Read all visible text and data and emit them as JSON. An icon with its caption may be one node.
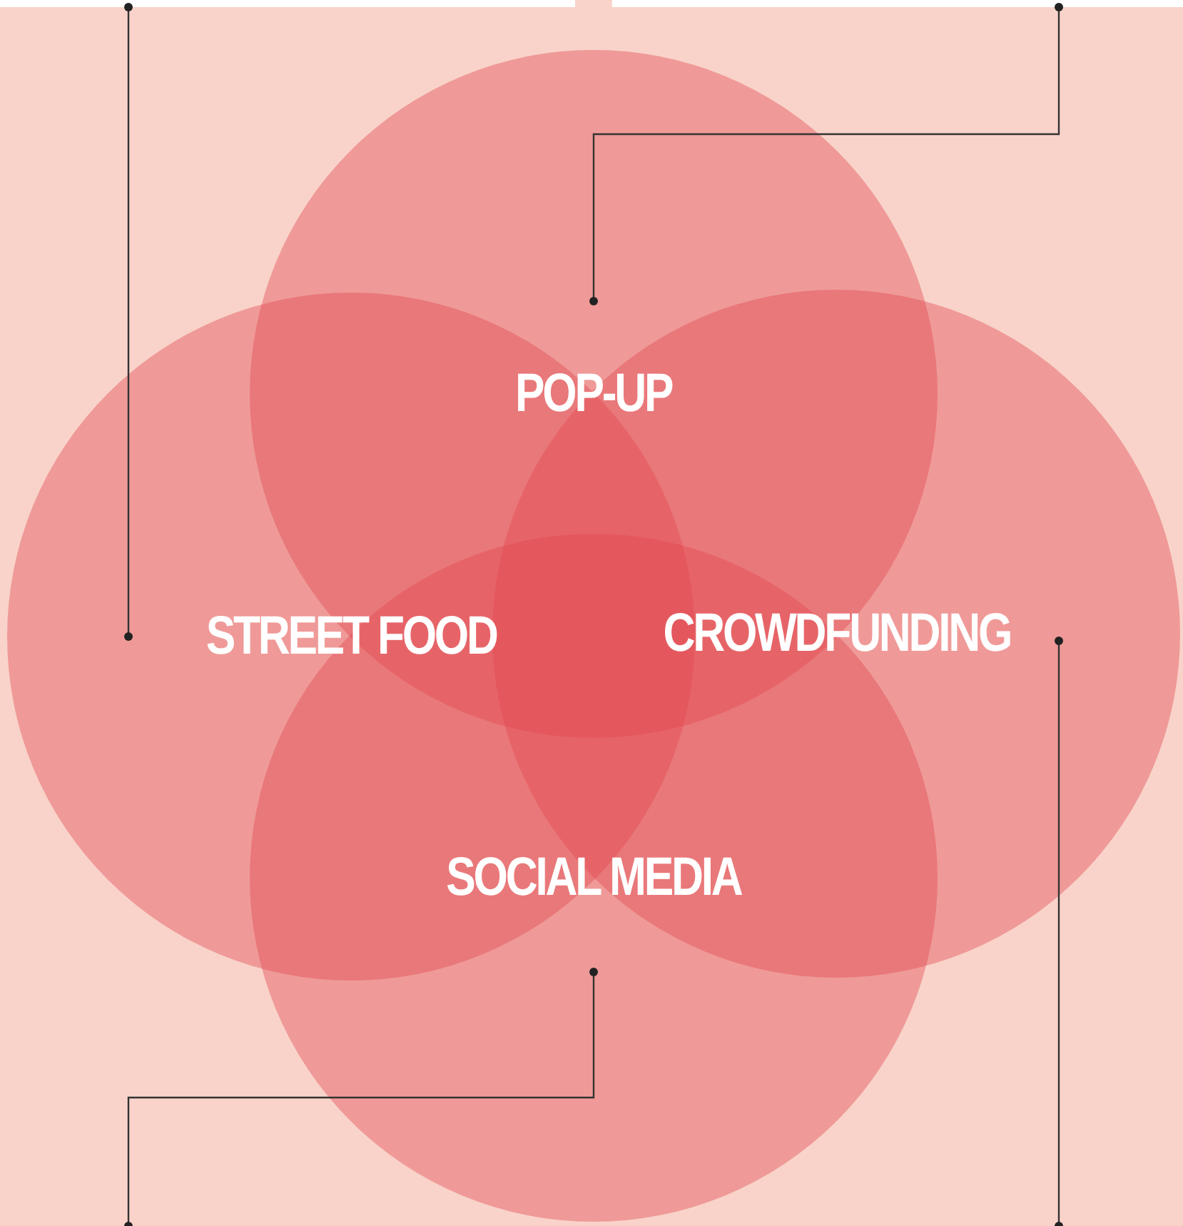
{
  "diagram": {
    "nodes": [
      {
        "text": [
          "POP-UP"
        ]
      },
      {
        "text": [
          "STREET FOOD"
        ]
      },
      {
        "text": [
          "CROWDFUNDING"
        ]
      },
      {
        "text": [
          "SOCIAL MEDIA"
        ]
      }
    ],
    "edges": [
      {
        "from": 0,
        "to": null,
        "arrow": "other"
      },
      {
        "from": 1,
        "to": null,
        "arrow": "other"
      },
      {
        "from": 2,
        "to": null,
        "arrow": "other"
      },
      {
        "from": 3,
        "to": null,
        "arrow": "other"
      }
    ]
  }
}
